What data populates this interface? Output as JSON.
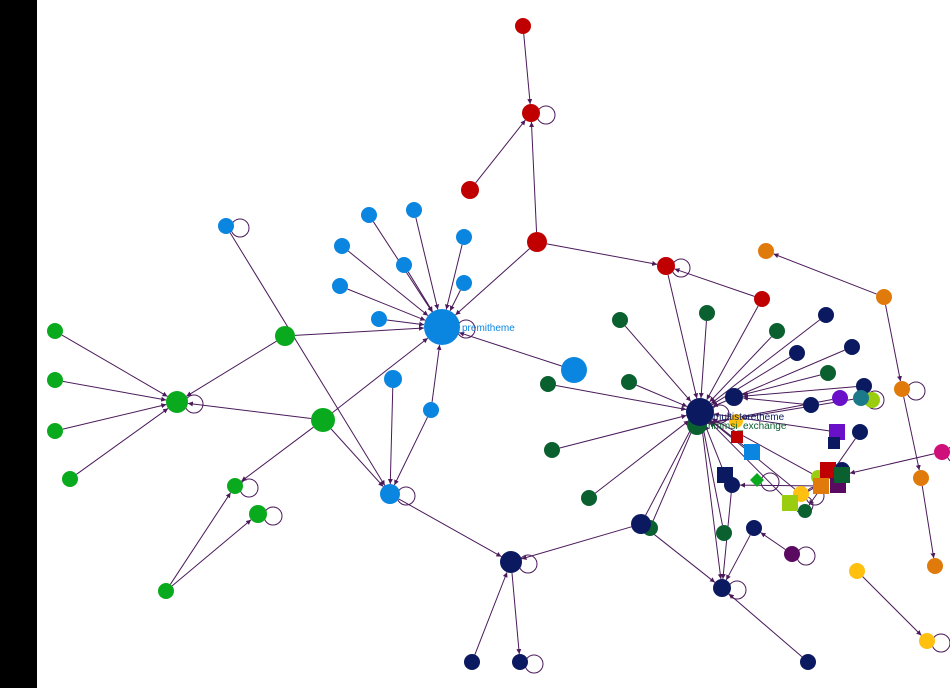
{
  "graph": {
    "colors": {
      "background": "#ffffff",
      "sidebar": "#000000",
      "edge": "#4a1a5a",
      "blue": "#0a86e0",
      "green": "#0aaa1e",
      "red": "#c00000",
      "darkgreen": "#0b6030",
      "navy": "#0b1a60",
      "orange": "#e07a0a",
      "yellow": "#ffc010",
      "lime": "#9acd10",
      "purple": "#6a10c8",
      "magenta": "#d0107a",
      "teal": "#1a7a8a",
      "plum": "#5a0a60"
    },
    "labels": [
      {
        "id": "premitheme",
        "text": "premitheme",
        "color": "blue"
      },
      {
        "id": "multistoretheme",
        "text": "multistoretheme",
        "color": "navy"
      },
      {
        "id": "hmmsi_exchange",
        "text": "hmmsi_exchange",
        "color": "darkgreen"
      }
    ]
  }
}
